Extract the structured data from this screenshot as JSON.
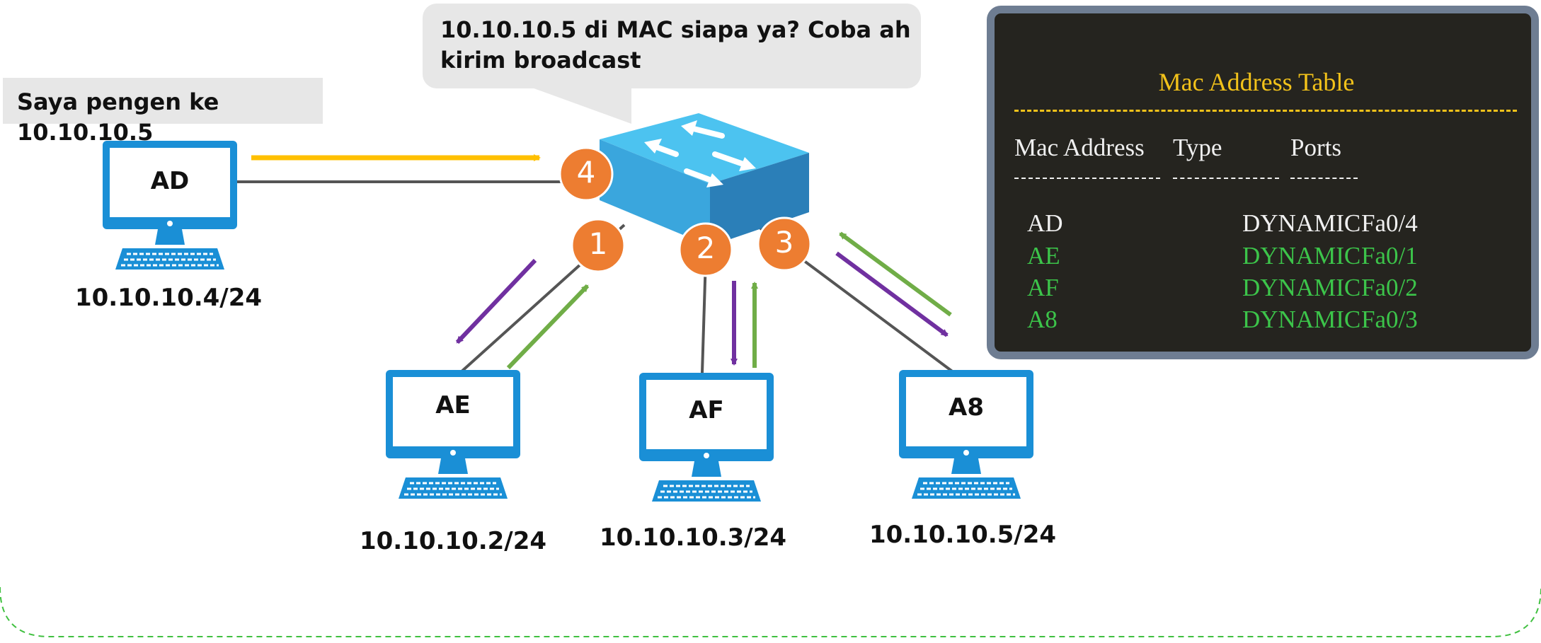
{
  "bubble_main": {
    "line1": "10.10.10.5 di MAC siapa ya? Coba ah",
    "line2": "kirim broadcast"
  },
  "bubble_left": {
    "text": "Saya pengen ke 10.10.10.5"
  },
  "computers": [
    {
      "id": "AD",
      "label": "AD",
      "ip": "10.10.10.4/24"
    },
    {
      "id": "AE",
      "label": "AE",
      "ip": "10.10.10.2/24"
    },
    {
      "id": "AF",
      "label": "AF",
      "ip": "10.10.10.3/24"
    },
    {
      "id": "A8",
      "label": "A8",
      "ip": "10.10.10.5/24"
    }
  ],
  "ports": [
    "1",
    "2",
    "3",
    "4"
  ],
  "mac_table": {
    "title": "Mac Address Table",
    "headers": [
      "Mac Address",
      "Type",
      "Ports"
    ],
    "rows": [
      {
        "mac": "AD",
        "type": "DYNAMIC",
        "port": "Fa0/4"
      },
      {
        "mac": "AE",
        "type": "DYNAMIC",
        "port": "Fa0/1"
      },
      {
        "mac": "AF",
        "type": "DYNAMIC",
        "port": "Fa0/2"
      },
      {
        "mac": "A8",
        "type": "DYNAMIC",
        "port": "Fa0/3"
      }
    ]
  },
  "colors": {
    "link": "#555555",
    "broadcast": "#7030a0",
    "reply": "#70ad47",
    "request": "#ffc000",
    "port_badge": "#ed7d31",
    "switch_top": "#4cc3f0",
    "monitor": "#1a8fd6",
    "table_bg": "#25241f",
    "table_title": "#f2c21a",
    "table_learned": "#3cc44a",
    "table_text": "#f0f0f0"
  }
}
